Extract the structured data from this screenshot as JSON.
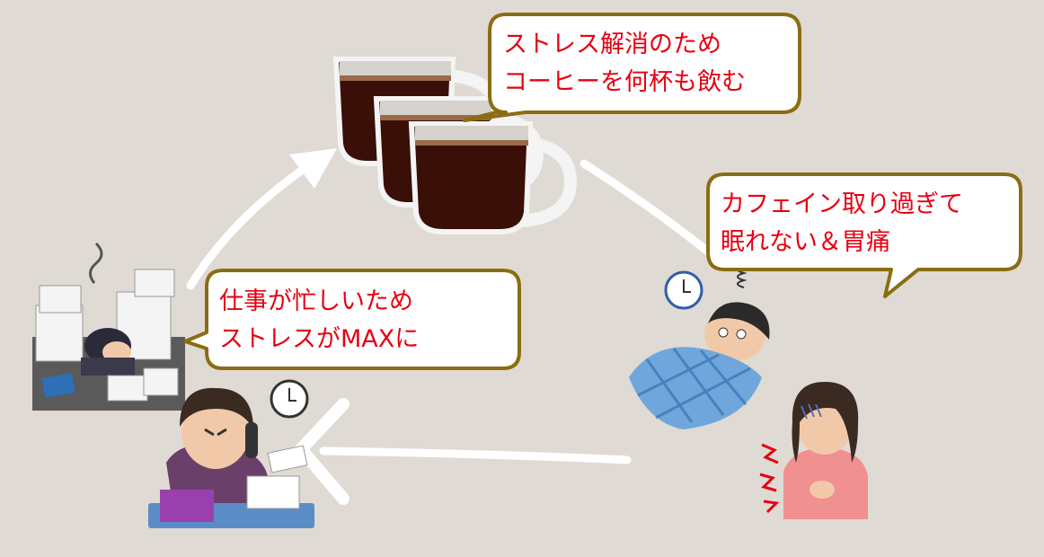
{
  "bubbles": {
    "coffee": {
      "line1": "ストレス解消のため",
      "line2": "コーヒーを何杯も飲む"
    },
    "caffeine": {
      "line1": "カフェイン取り過ぎて",
      "line2": "眠れない＆胃痛"
    },
    "work": {
      "line1": "仕事が忙しいため",
      "line2": "ストレスがMAXに"
    }
  },
  "colors": {
    "background": "#e0dad4",
    "bubble_border": "#8a6d13",
    "bubble_fill": "#ffffff",
    "text": "#e60012",
    "arrow": "#ffffff",
    "coffee": "#3a0f08"
  },
  "icons": [
    "coffee-cup-icon",
    "clock-icon",
    "sleepless-man-icon",
    "stomach-ache-woman-icon",
    "overworked-woman-icon",
    "exhausted-worker-icon"
  ]
}
